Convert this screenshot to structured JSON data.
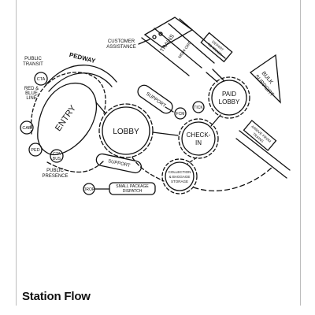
{
  "title": "Station Flow",
  "labels": {
    "pedway": "PEDWAY",
    "public_transit_1": "PUBLIC",
    "public_transit_2": "TRANSIT",
    "cta": "CTA",
    "red_blue_1": "RED &",
    "red_blue_2": "BLUE",
    "red_blue_3": "LINE",
    "entry": "ENTRY",
    "cab": "CAB",
    "ped": "PED",
    "cta_bus_1": "CTA",
    "cta_bus_2": "BUS",
    "public_presence_1": "PUBLIC",
    "public_presence_2": "PRESENCE",
    "lobby": "LOBBY",
    "support_top": "SUPPORT",
    "support_bottom": "SUPPORT",
    "fcm": "FCM",
    "tick": "TICK",
    "check_in_1": "CHECK-",
    "check_in_2": "IN",
    "paid_lobby_1": "PAID",
    "paid_lobby_2": "LOBBY",
    "customer_assistance_1": "CUSTOMER",
    "customer_assistance_2": "ASSISTANCE",
    "trains": "TRAINS",
    "mow_grd": "MOW GRD",
    "depart_to_track_1": "DEPART",
    "depart_to_track_2": "TO TRACK",
    "bulk_support_1": "BULK",
    "bulk_support_2": "SUPPORT",
    "arrive_from_trains_1": "ARRIVE FROM",
    "arrive_from_trains_2": "TRAINS",
    "collection_1": "COLLECTION",
    "collection_2": "& BAGGAGE",
    "collection_3": "STORAGE",
    "drop": "DROP",
    "small_package_1": "SMALL PACKAGE",
    "small_package_2": "DISPATCH"
  }
}
